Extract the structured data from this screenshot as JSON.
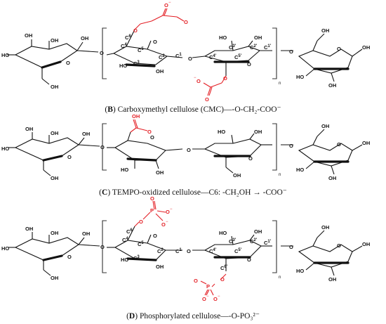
{
  "panels": [
    {
      "letter": "B",
      "caption_text": " Carboxymethyl cellulose (CMC)—-O-CH₂-COO⁻",
      "repeat_label": "n"
    },
    {
      "letter": "C",
      "caption_text": " TEMPO-oxidized cellulose—C6: -CH₂OH → -COO⁻",
      "repeat_label": "n"
    },
    {
      "letter": "D",
      "caption_text": " Phosphorylated cellulose—-O-PO₃²⁻",
      "repeat_label": "n"
    }
  ],
  "labels": {
    "oh": "OH",
    "ho": "HO",
    "o": "O",
    "cooh_oh": "OH",
    "o_minus": "O",
    "minus": "−",
    "p": "P",
    "c1": "C",
    "c1_sup": "1'",
    "c2_sup": "2'",
    "c3_sup": "3'",
    "c4_sup": "4'",
    "c5_sup": "5'",
    "c6_sup": "6'",
    "c1a": "1",
    "c2a": "2",
    "c3a": "3",
    "c4a": "4",
    "c5a": "5",
    "c6a": "6"
  },
  "colors": {
    "substituent": "#e31e24",
    "structure": "#111111"
  }
}
